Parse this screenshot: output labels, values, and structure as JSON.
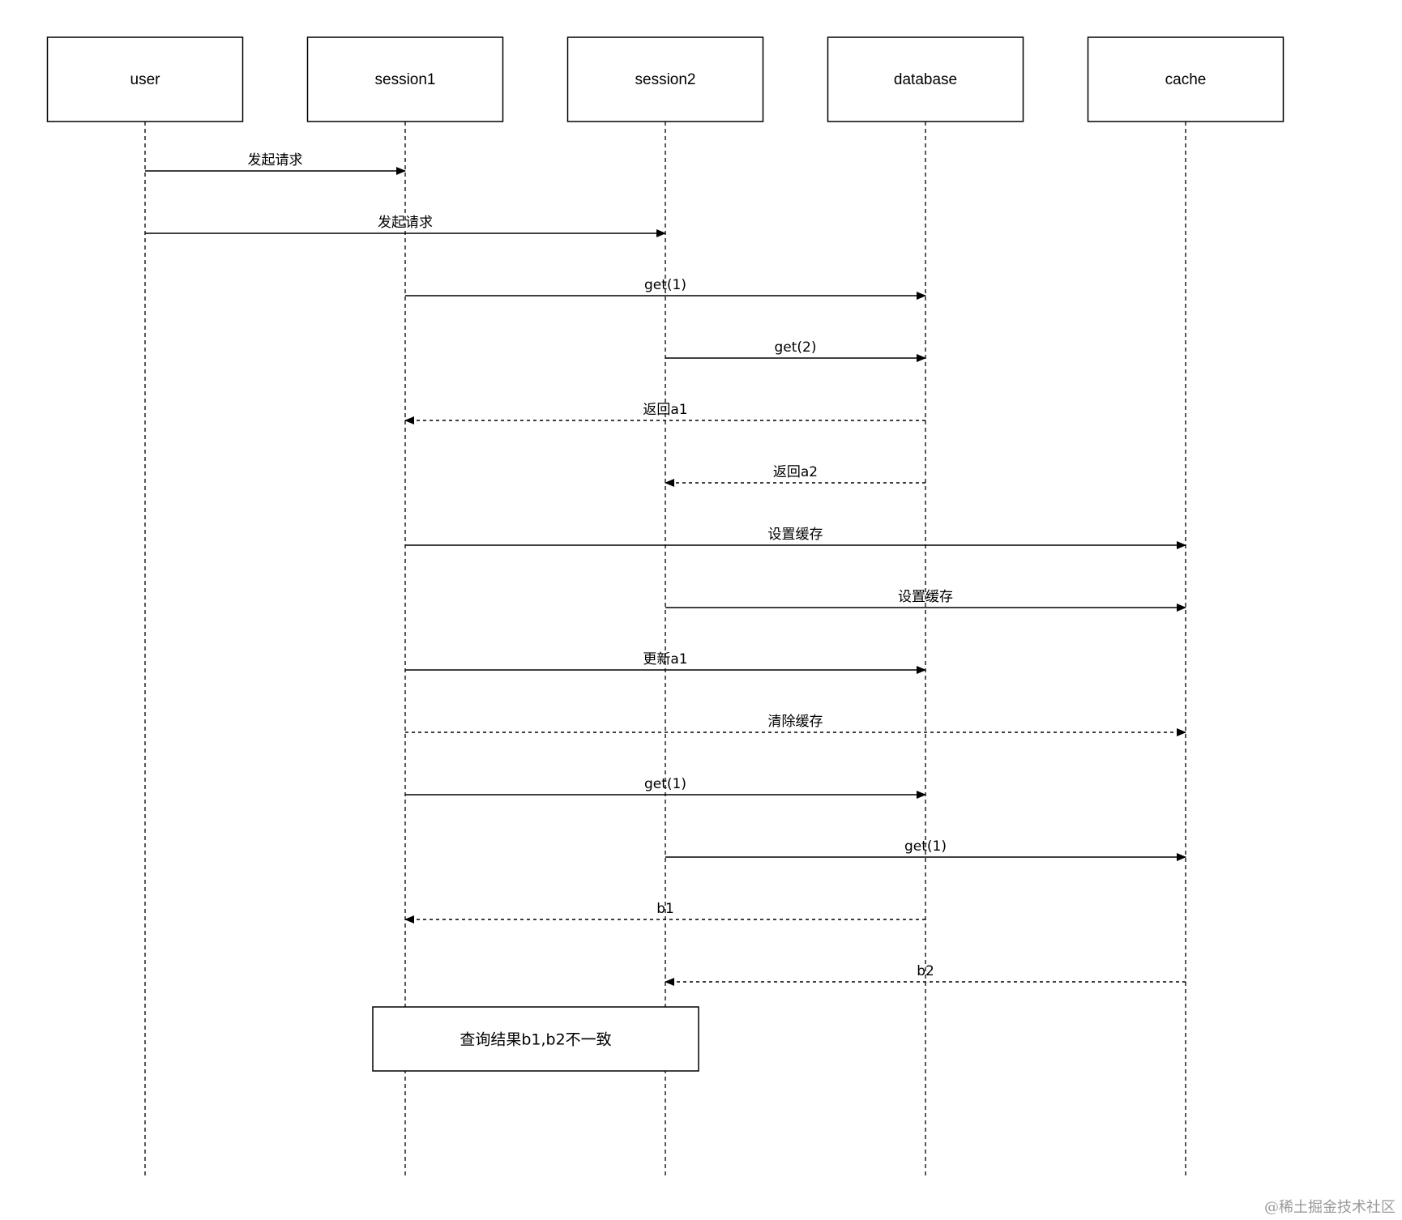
{
  "actors": [
    {
      "id": "user",
      "label": "user"
    },
    {
      "id": "session1",
      "label": "session1"
    },
    {
      "id": "session2",
      "label": "session2"
    },
    {
      "id": "database",
      "label": "database"
    },
    {
      "id": "cache",
      "label": "cache"
    }
  ],
  "messages": [
    {
      "from": "user",
      "to": "session1",
      "label": "发起请求",
      "style": "solid"
    },
    {
      "from": "user",
      "to": "session2",
      "label": "发起请求",
      "style": "solid"
    },
    {
      "from": "session1",
      "to": "database",
      "label": "get(1)",
      "style": "solid"
    },
    {
      "from": "session2",
      "to": "database",
      "label": "get(2)",
      "style": "solid"
    },
    {
      "from": "database",
      "to": "session1",
      "label": "返回a1",
      "style": "dashed"
    },
    {
      "from": "database",
      "to": "session2",
      "label": "返回a2",
      "style": "dashed"
    },
    {
      "from": "session1",
      "to": "cache",
      "label": "设置缓存",
      "style": "solid"
    },
    {
      "from": "session2",
      "to": "cache",
      "label": "设置缓存",
      "style": "solid"
    },
    {
      "from": "session1",
      "to": "database",
      "label": "更新a1",
      "style": "solid"
    },
    {
      "from": "session1",
      "to": "cache",
      "label": "清除缓存",
      "style": "dashed"
    },
    {
      "from": "session1",
      "to": "database",
      "label": "get(1)",
      "style": "solid"
    },
    {
      "from": "session2",
      "to": "cache",
      "label": "get(1)",
      "style": "solid"
    },
    {
      "from": "database",
      "to": "session1",
      "label": "b1",
      "style": "dashed"
    },
    {
      "from": "cache",
      "to": "session2",
      "label": "b2",
      "style": "dashed"
    }
  ],
  "note": {
    "label": "查询结果b1,b2不一致"
  },
  "watermark": "@稀土掘金技术社区",
  "colors": {
    "line": "#000000",
    "background": "#ffffff",
    "watermark": "#9a9a9a"
  }
}
